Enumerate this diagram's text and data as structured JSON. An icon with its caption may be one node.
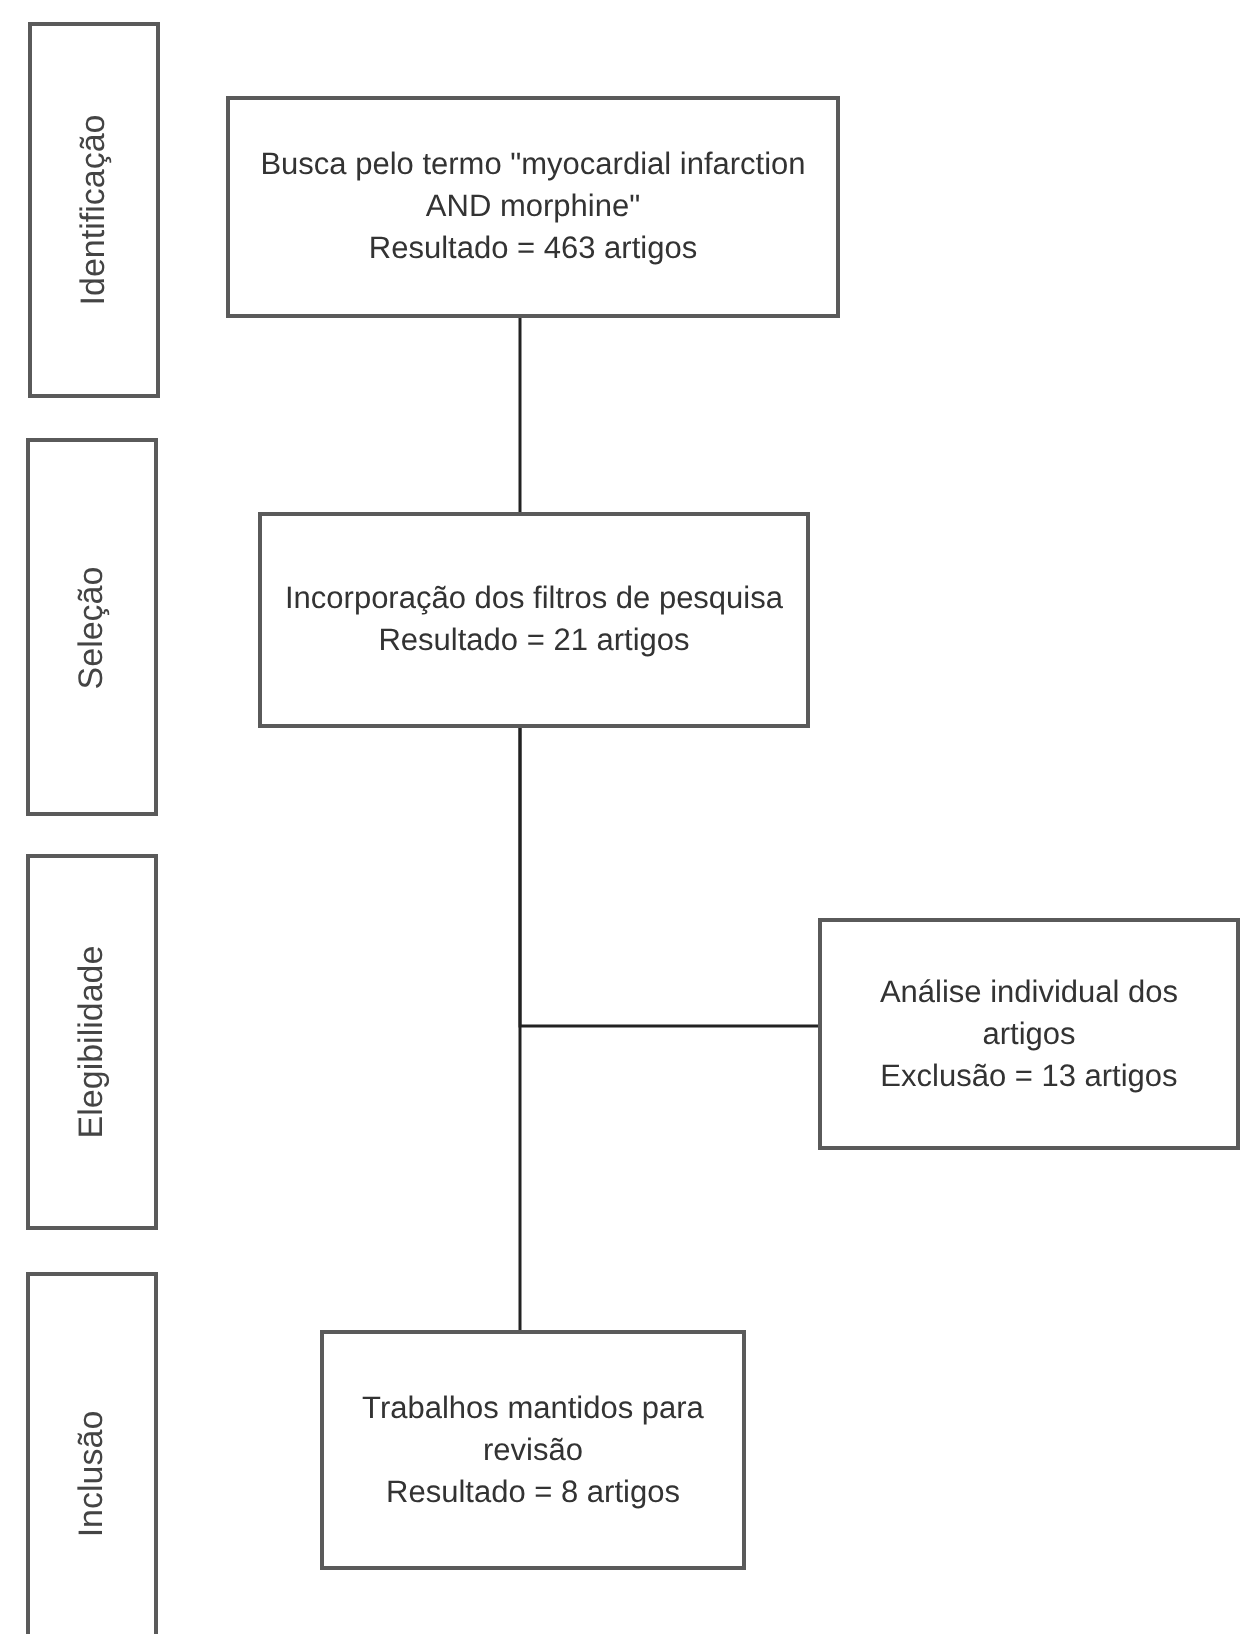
{
  "diagram": {
    "nodes": [
      {
        "text": [
          "Identificação"
        ]
      },
      {
        "text": [
          "Seleção"
        ]
      },
      {
        "text": [
          "Elegibilidade"
        ]
      },
      {
        "text": [
          "Inclusão"
        ]
      },
      {
        "text": [
          "Busca pelo termo \"myocardial infarction AND morphine\"",
          "Resultado = 463 artigos"
        ]
      },
      {
        "text": [
          "Incorporação dos filtros de pesquisa",
          "Resultado = 21 artigos"
        ]
      },
      {
        "text": [
          "Análise individual dos artigos",
          "Exclusão = 13 artigos"
        ]
      },
      {
        "text": [
          "Trabalhos mantidos para revisão",
          "Resultado = 8 artigos"
        ]
      }
    ],
    "edges": [
      {
        "from": 4,
        "to": 5,
        "arrow": "none"
      },
      {
        "from": 5,
        "to": 6,
        "arrow": "none"
      },
      {
        "from": 5,
        "to": 7,
        "arrow": "none"
      }
    ]
  }
}
